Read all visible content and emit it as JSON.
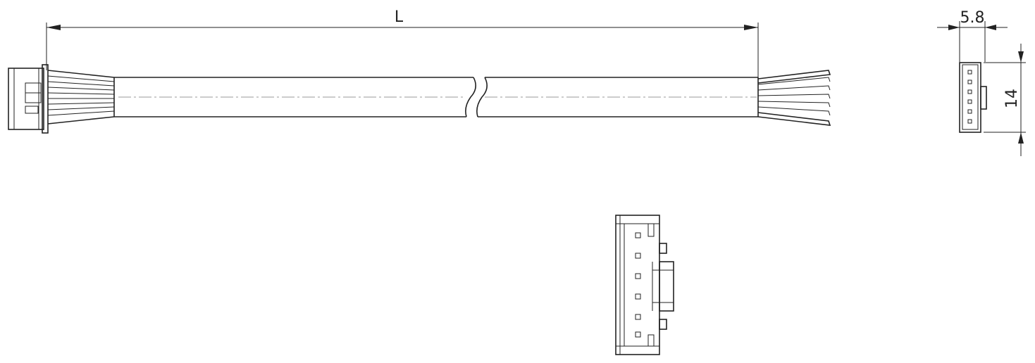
{
  "drawing": {
    "dimension_length_label": "L",
    "dimension_width_label": "5.8",
    "dimension_height_label": "14"
  }
}
